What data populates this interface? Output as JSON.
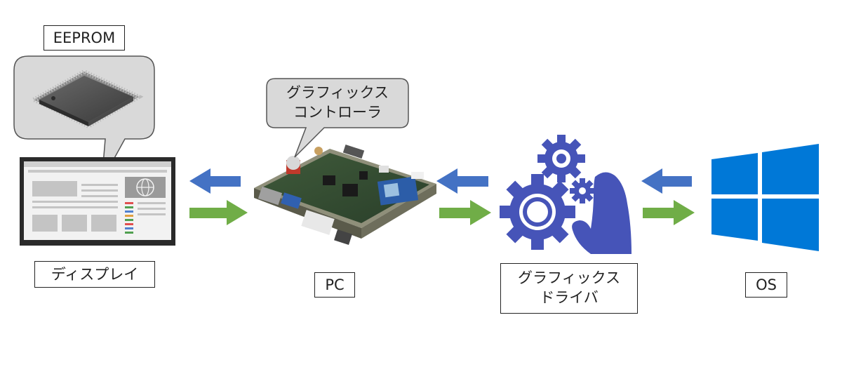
{
  "labels": {
    "eeprom": "EEPROM",
    "display": "ディスプレイ",
    "pc": "PC",
    "controller_line1": "グラフィックス",
    "controller_line2": "コントローラ",
    "driver_line1": "グラフィックス",
    "driver_line2": "ドライバ",
    "os": "OS"
  },
  "colors": {
    "arrow_left": "#4472c4",
    "arrow_right": "#70ad47",
    "gear": "#4654b8",
    "windows": "#0078d7",
    "bubble_fill": "#d9d9d9",
    "bubble_stroke": "#555555"
  },
  "icons": {
    "eeprom_chip": "chip-icon",
    "display": "monitor-icon",
    "pc_board": "motherboard-icon",
    "driver": "gears-hand-icon",
    "os": "windows-logo-icon"
  }
}
